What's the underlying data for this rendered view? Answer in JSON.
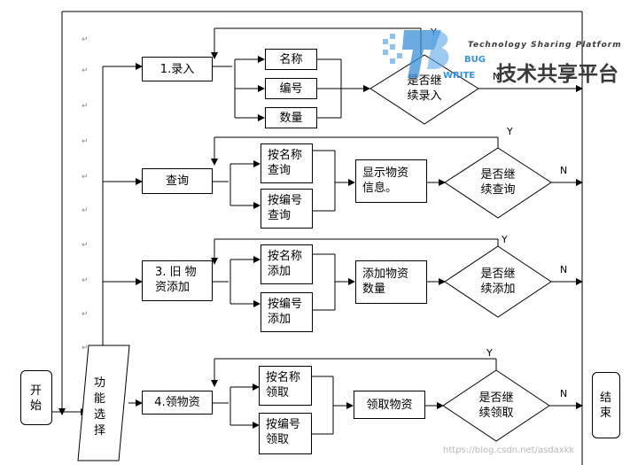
{
  "start": {
    "label_1": "开",
    "label_2": "始"
  },
  "end": {
    "label_1": "结",
    "label_2": "束"
  },
  "function_select": {
    "l1": "功",
    "l2": "能",
    "l3": "选",
    "l4": "择"
  },
  "row1": {
    "main": "1.录入",
    "sub1": "名称",
    "sub2": "编号",
    "sub3": "数量",
    "decision_line1": "是否继",
    "decision_line2": "续录入",
    "yes": "Y",
    "no": "N"
  },
  "row2": {
    "main": "查询",
    "sub1_line1": "按名称",
    "sub1_line2": "查询",
    "sub2_line1": "按编号",
    "sub2_line2": "查询",
    "action_line1": "显示物资",
    "action_line2": "信息。",
    "decision_line1": "是否继",
    "decision_line2": "续查询",
    "yes": "Y",
    "no": "N"
  },
  "row3": {
    "main_line1": "3. 旧 物",
    "main_line2": "资添加",
    "sub1_line1": "按名称",
    "sub1_line2": "添加",
    "sub2_line1": "按编号",
    "sub2_line2": "添加",
    "action_line1": "添加物资",
    "action_line2": "数量",
    "decision_line1": "是否继",
    "decision_line2": "续添加",
    "yes": "Y",
    "no": "N"
  },
  "row4": {
    "main": "4.领物资",
    "sub1_line1": "按名称",
    "sub1_line2": "领取",
    "sub2_line1": "按编号",
    "sub2_line2": "领取",
    "action": "领取物资",
    "decision_line1": "是否继",
    "decision_line2": "续领取",
    "yes": "Y",
    "no": "N"
  },
  "para_mark": "↵",
  "watermark": {
    "logo_top": "Technology Sharing Platform",
    "logo_bug": "BUG",
    "logo_write": "WRITE",
    "logo_cn": "技术共享平台",
    "url": "https://blog.csdn.net/asdaxkk"
  },
  "colors": {
    "line": "#000000",
    "logo_blue": "#3a8fd6",
    "logo_dark": "#3a3a3a"
  }
}
